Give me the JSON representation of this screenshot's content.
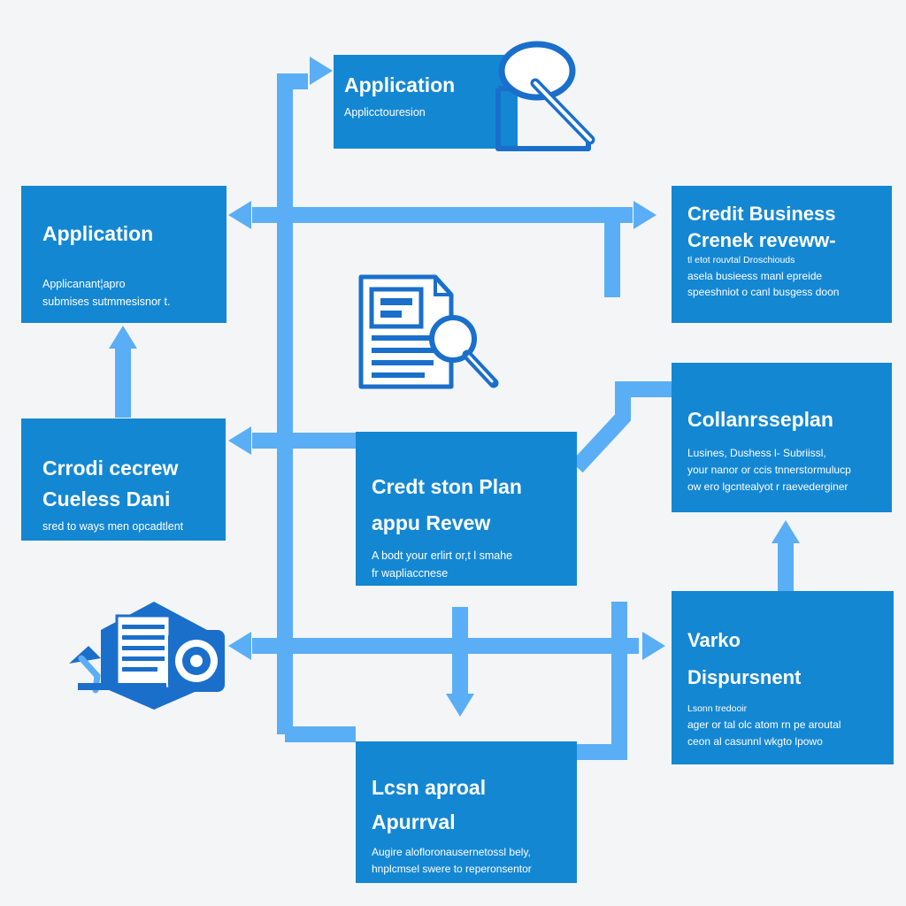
{
  "colors": {
    "box_fill": "#1487d3",
    "connector": "#5aaef5",
    "icon": "#1a6fcb",
    "background": "#f4f5f7"
  },
  "boxes": {
    "application_top": {
      "title": "Application",
      "desc": [
        "Applicctouresion"
      ]
    },
    "application_left": {
      "title": "Applicatiоn",
      "desc": [
        "Applicanant¦apro",
        "submises sutmmesisnor t."
      ]
    },
    "credit_business": {
      "title": [
        "Credit Business",
        "Crenek reveww-"
      ],
      "desc": [
        "tl etot rouvtal  Droschiouds",
        "asela busieess man‍l epreide",
        "speeshniot o canl busgess doon"
      ]
    },
    "credit_review": {
      "title": [
        "Crrodi cecrew",
        "Cueless Dani"
      ],
      "desc": [
        "sred to ways men opcadtlent"
      ]
    },
    "credit_plan": {
      "title": [
        "Credt ston Plan",
        "appu Revew"
      ],
      "desc": [
        "A bodt your erlirt or,t l smahe",
        "fr wapliaccnese"
      ]
    },
    "collateral": {
      "title": "Collanrsseplan",
      "desc": [
        "Lusines,  Dushess l- Subriissl,",
        "your nanor or ccis tnnerstormulucp",
        "ow ero  lgcntealyot r raevederginer"
      ]
    },
    "disbursement": {
      "title": [
        "Varko",
        "Dispursnent"
      ],
      "desc": [
        "Lsonn tredooir",
        "ager or  tal olc atom  rn pe aroutal",
        "ceon al casunnl wkgto lpowo"
      ]
    },
    "loan_approval": {
      "title": [
        "Lcsn aproal",
        "Apurrval"
      ],
      "desc": [
        "Augire alofloronausernetossl bely,",
        "hnplcmsel swere to reperonsentor"
      ]
    }
  },
  "icons": {
    "magnifier_top": "magnifier-icon",
    "document_search": "document-search-icon",
    "document_gear": "document-gear-icon"
  }
}
